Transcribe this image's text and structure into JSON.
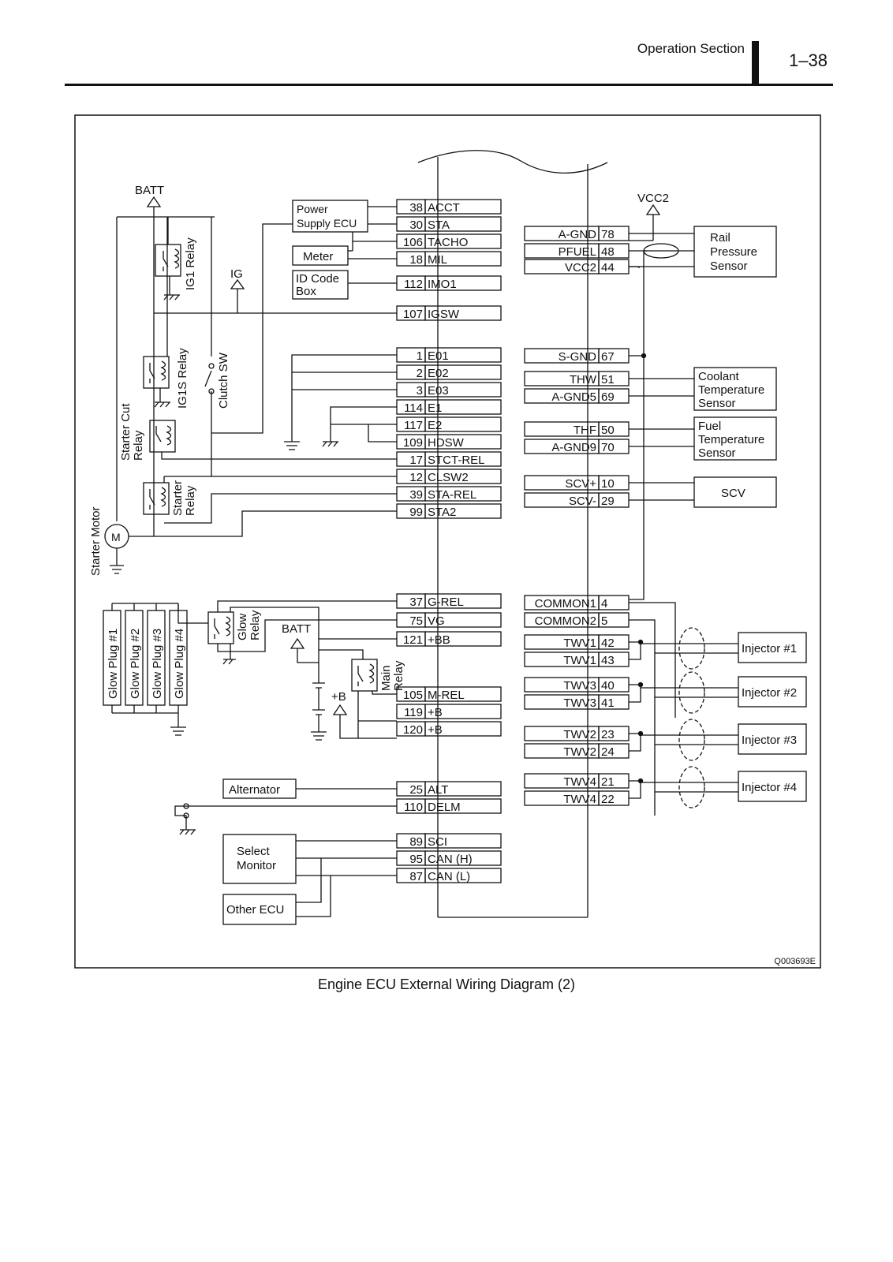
{
  "header": {
    "section": "Operation Section",
    "page": "1–38"
  },
  "caption": "Engine ECU External Wiring Diagram (2)",
  "figure_code": "Q003693E",
  "left_pins": [
    {
      "num": "38",
      "name": "ACCT"
    },
    {
      "num": "30",
      "name": "STA"
    },
    {
      "num": "106",
      "name": "TACHO"
    },
    {
      "num": "18",
      "name": "MIL"
    },
    {
      "num": "112",
      "name": "IMO1"
    },
    {
      "num": "107",
      "name": "IGSW"
    },
    {
      "num": "1",
      "name": "E01"
    },
    {
      "num": "2",
      "name": "E02"
    },
    {
      "num": "3",
      "name": "E03"
    },
    {
      "num": "114",
      "name": "E1"
    },
    {
      "num": "117",
      "name": "E2"
    },
    {
      "num": "109",
      "name": "HDSW"
    },
    {
      "num": "17",
      "name": "STCT-REL"
    },
    {
      "num": "12",
      "name": "CLSW2"
    },
    {
      "num": "39",
      "name": "STA-REL"
    },
    {
      "num": "99",
      "name": "STA2"
    },
    {
      "num": "37",
      "name": "G-REL"
    },
    {
      "num": "75",
      "name": "VG"
    },
    {
      "num": "121",
      "name": "+BB"
    },
    {
      "num": "105",
      "name": "M-REL"
    },
    {
      "num": "119",
      "name": "+B"
    },
    {
      "num": "120",
      "name": "+B"
    },
    {
      "num": "25",
      "name": "ALT"
    },
    {
      "num": "110",
      "name": "DELM"
    },
    {
      "num": "89",
      "name": "SCI"
    },
    {
      "num": "95",
      "name": "CAN (H)"
    },
    {
      "num": "87",
      "name": "CAN (L)"
    }
  ],
  "right_pins": [
    {
      "name": "A-GND",
      "num": "78"
    },
    {
      "name": "PFUEL",
      "num": "48"
    },
    {
      "name": "VCC2",
      "num": "44"
    },
    {
      "name": "S-GND",
      "num": "67"
    },
    {
      "name": "THW",
      "num": "51"
    },
    {
      "name": "A-GND5",
      "num": "69"
    },
    {
      "name": "THF",
      "num": "50"
    },
    {
      "name": "A-GND9",
      "num": "70"
    },
    {
      "name": "SCV+",
      "num": "10"
    },
    {
      "name": "SCV-",
      "num": "29"
    },
    {
      "name": "COMMON1",
      "num": "4"
    },
    {
      "name": "COMMON2",
      "num": "5"
    },
    {
      "name": "TWV1",
      "num": "42"
    },
    {
      "name": "TWV1",
      "num": "43"
    },
    {
      "name": "TWV3",
      "num": "40"
    },
    {
      "name": "TWV3",
      "num": "41"
    },
    {
      "name": "TWV2",
      "num": "23"
    },
    {
      "name": "TWV2",
      "num": "24"
    },
    {
      "name": "TWV4",
      "num": "21"
    },
    {
      "name": "TWV4",
      "num": "22"
    }
  ],
  "components": {
    "power_supply_ecu": [
      "Power",
      "Supply ECU"
    ],
    "meter": "Meter",
    "id_code_box": [
      "ID Code",
      "Box"
    ],
    "alternator": "Alternator",
    "select_monitor": [
      "Select",
      "Monitor"
    ],
    "other_ecu": "Other ECU",
    "rail_pressure_sensor": [
      "Rail",
      "Pressure",
      "Sensor"
    ],
    "coolant_sensor": [
      "Coolant",
      "Temperature",
      "Sensor"
    ],
    "fuel_sensor": [
      "Fuel",
      "Temperature",
      "Sensor"
    ],
    "scv": "SCV",
    "injectors": [
      "Injector #1",
      "Injector #2",
      "Injector #3",
      "Injector #4"
    ],
    "glow_plugs": [
      "Glow Plug #1",
      "Glow Plug #2",
      "Glow Plug #3",
      "Glow Plug #4"
    ],
    "ig1_relay": "IG1 Relay",
    "ig1s_relay": "IG1S Relay",
    "clutch_sw": "Clutch SW",
    "starter_cut_relay": [
      "Starter Cut",
      "Relay"
    ],
    "starter_relay": [
      "Starter",
      "Relay"
    ],
    "starter_motor": "Starter Motor",
    "motor_symbol": "M",
    "glow_relay": [
      "Glow",
      "Relay"
    ],
    "main_relay": [
      "Main",
      "Relay"
    ],
    "batt": "BATT",
    "ig": "IG",
    "vcc2": "VCC2",
    "plus_b": "+B"
  }
}
